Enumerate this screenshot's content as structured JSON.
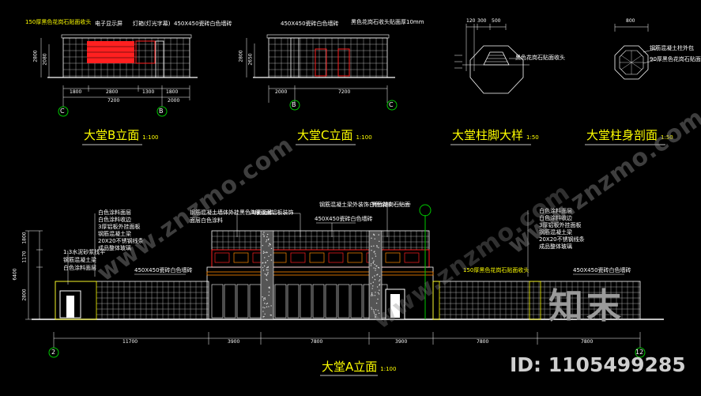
{
  "views": {
    "b_elev": {
      "title": "大堂B立面",
      "scale": "1:100",
      "notes": {
        "top_left": "150厚黑色花岗石贴面收头",
        "screen": "电子显示屏",
        "lightbox": "灯箱(灯光字幕)",
        "tile": "450X450瓷砖白色墙砖"
      },
      "dims": {
        "h_total": "2800",
        "h_upper": "2080",
        "w1": "1800",
        "w2": "2800",
        "w3": "1300",
        "w4": "1800",
        "total": "7200",
        "right": "2000"
      },
      "axis": [
        "C",
        "B"
      ]
    },
    "c_elev": {
      "title": "大堂C立面",
      "scale": "1:100",
      "notes": {
        "tile": "450X450瓷砖白色墙砖",
        "top_right": "黑色花岗石收头贴面厚10mm"
      },
      "dims": {
        "h_total": "2800",
        "h_upper": "2650",
        "left": "2000",
        "total": "7200"
      },
      "axis": [
        "B",
        "C"
      ]
    },
    "column_base": {
      "title": "大堂柱脚大样",
      "scale": "1:50",
      "dims": {
        "a": "120",
        "b": "300",
        "c": "500"
      },
      "note": "黑色花岗石贴面收头"
    },
    "column_section": {
      "title": "大堂柱身剖面",
      "scale": "1:50",
      "dims": {
        "top": "800"
      },
      "notes": [
        "钢筋混凝土柱外包",
        "90厚黑色花岗石贴面"
      ]
    },
    "a_elev": {
      "title": "大堂A立面",
      "scale": "1:100",
      "notes": {
        "upper_left_1": "钢筋混凝土墙体外挂黑色陶瓷面砖",
        "upper_left_2": "面层白色涂料",
        "upper_mid": "3厚双面铝板装饰",
        "upper_tile": "450X450瓷砖白色墙砖",
        "upper_right_1": "钢筋混凝土梁外装饰白色涂料",
        "upper_right_2": "黑色花岗石贴面",
        "left_1": "1:3水泥砂浆找平",
        "left_2": "钢筋混凝土梁",
        "left_3": "白色涂料面层",
        "left_tile": "450X450瓷砖白色墙砖",
        "right_stack": [
          "白色涂料面层",
          "白色涂料收边",
          "3厚铝板外挂面板",
          "钢筋混凝土梁",
          "20X20不锈钢线条",
          "成品整体玻璃"
        ],
        "left_stack": [
          "白色涂料面层",
          "白色涂料收边",
          "3厚铝板外挂面板",
          "钢筋混凝土梁",
          "20X20不锈钢线条",
          "成品整体玻璃"
        ],
        "right_fence": "150厚黑色花岗石贴面收头",
        "right_tile": "450X450瓷砖白色墙砖"
      },
      "dims": {
        "v1": "1800",
        "v2": "1170",
        "v3": "2800",
        "v_total": "6400",
        "h1": "11700",
        "h2": "3900",
        "h3": "7800",
        "h4": "3900",
        "h5": "7800",
        "h6": "7800"
      },
      "axis": [
        "2",
        "12"
      ]
    }
  },
  "watermark": {
    "site": "www.znzmo.com",
    "logo": "知末",
    "id": "ID: 1105499285"
  },
  "colors": {
    "line": "#ffffff",
    "red": "#ff2020",
    "green": "#00c800",
    "yellow": "#ffff00",
    "cyan": "#00cccc",
    "grid": "#d6d6d6",
    "orange": "#ff8800"
  }
}
